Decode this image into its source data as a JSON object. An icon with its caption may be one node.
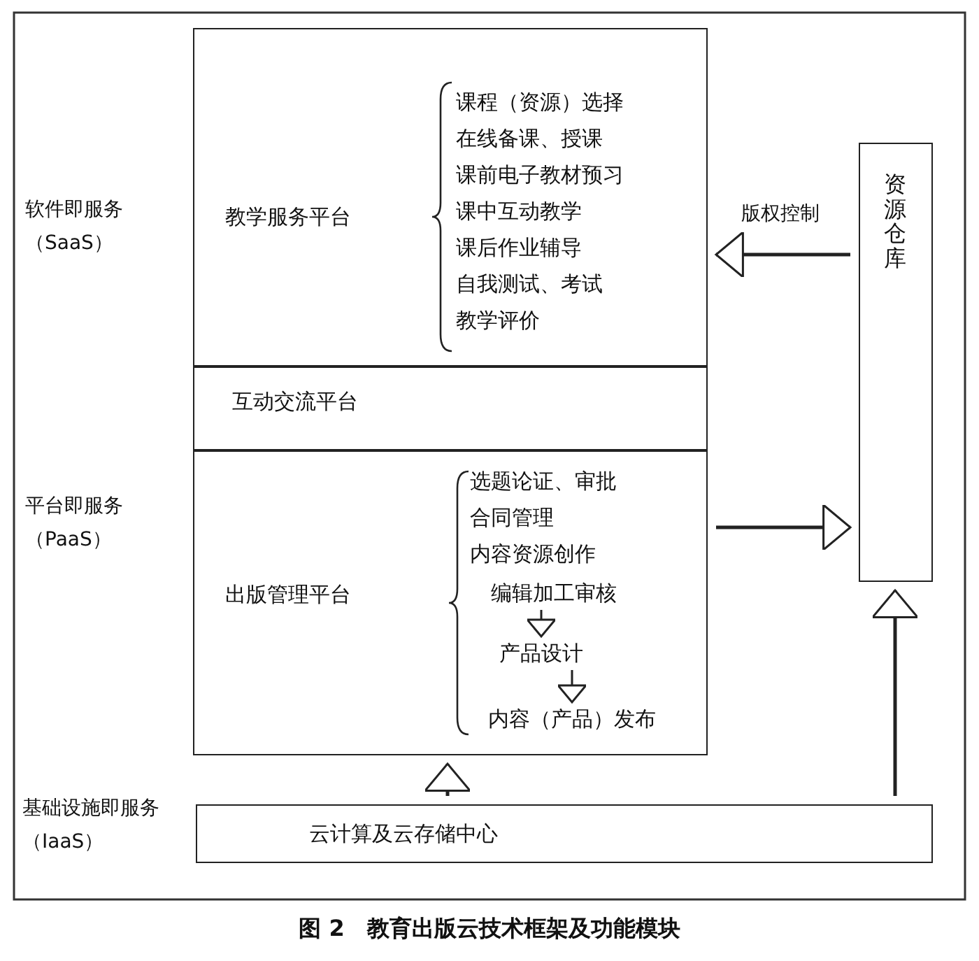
{
  "diagram": {
    "caption": "图 2　教育出版云技术框架及功能模块",
    "nodes": [
      {
        "text": [
          "教学服务平台",
          "课程（资源）选择",
          "在线备课、授课",
          "课前电子教材预习",
          "课中互动教学",
          "课后作业辅导",
          "自我测试、考试",
          "教学评价"
        ]
      },
      {
        "text": [
          "互动交流平台"
        ]
      },
      {
        "text": [
          "出版管理平台",
          "选题论证、审批",
          "合同管理",
          "内容资源创作"
        ]
      },
      {
        "text": [
          "编辑加工审核"
        ],
        "in": 2
      },
      {
        "text": [
          "产品设计"
        ],
        "in": 2
      },
      {
        "text": [
          "内容（产品）发布"
        ],
        "in": 2
      },
      {
        "text": [
          "资源仓库"
        ]
      },
      {
        "text": [
          "云计算及云存储中心"
        ]
      }
    ],
    "edges": [
      {
        "from": 3,
        "to": 4,
        "arrow": "to"
      },
      {
        "from": 4,
        "to": 5,
        "arrow": "to"
      },
      {
        "from": 6,
        "to": 0,
        "arrow": "to",
        "label": "版权控制"
      },
      {
        "from": 2,
        "to": 6,
        "arrow": "to"
      },
      {
        "from": 7,
        "to": 2,
        "arrow": "to"
      },
      {
        "from": 7,
        "to": 6,
        "arrow": "to"
      }
    ],
    "labels": [
      "软件即服务（SaaS）",
      "平台即服务（PaaS）",
      "基础设施即服务（IaaS）"
    ]
  }
}
